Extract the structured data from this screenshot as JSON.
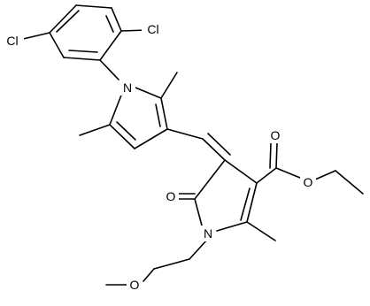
{
  "atoms": [
    {
      "id": "cl_top",
      "symbol": "Cl"
    },
    {
      "id": "cl_left",
      "symbol": "Cl"
    },
    {
      "id": "n_pyrrole",
      "symbol": "N"
    },
    {
      "id": "n_lactam",
      "symbol": "N"
    },
    {
      "id": "o_carbonyl",
      "symbol": "O"
    },
    {
      "id": "o_ester_double",
      "symbol": "O"
    },
    {
      "id": "o_ester_single",
      "symbol": "O"
    },
    {
      "id": "o_ether",
      "symbol": "O"
    }
  ],
  "colors": {
    "bond": "#000000",
    "background": "#ffffff"
  }
}
